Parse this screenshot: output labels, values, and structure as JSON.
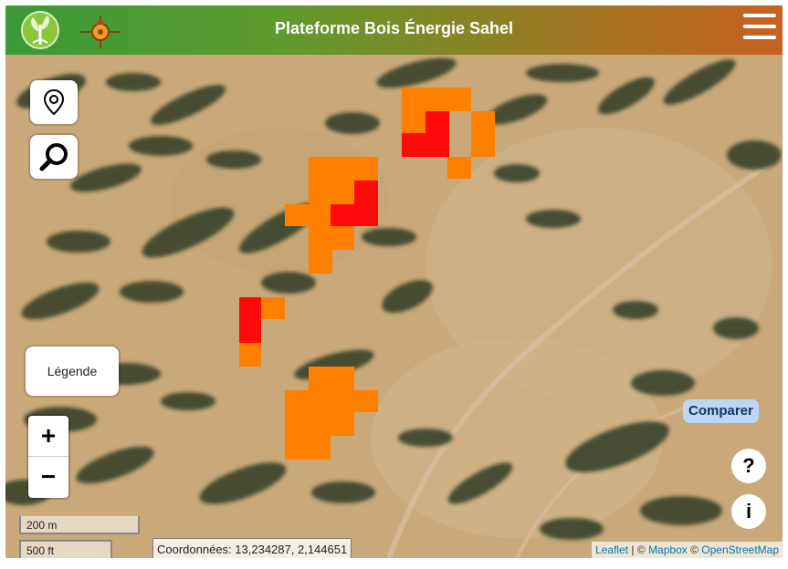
{
  "header": {
    "title": "Plateforme Bois Énergie Sahel"
  },
  "map": {
    "legend_label": "Légende",
    "zoom_in_label": "+",
    "zoom_out_label": "−",
    "compare_label": "Comparer",
    "help_label": "?",
    "info_label": "i",
    "scale_metric": "200 m",
    "scale_imperial": "500 ft",
    "coordinates_text": "Coordonnées: 13,234287, 2,144651",
    "attribution": {
      "leaflet": "Leaflet",
      "separator": " | © ",
      "mapbox": "Mapbox",
      "separator2": " © ",
      "osm": "OpenStreetMap"
    },
    "overlay_colors": {
      "orange": "#ff7f00",
      "red": "#ff0a0a"
    },
    "icons": [
      "location-pin-icon",
      "search-icon",
      "menu-icon"
    ]
  }
}
